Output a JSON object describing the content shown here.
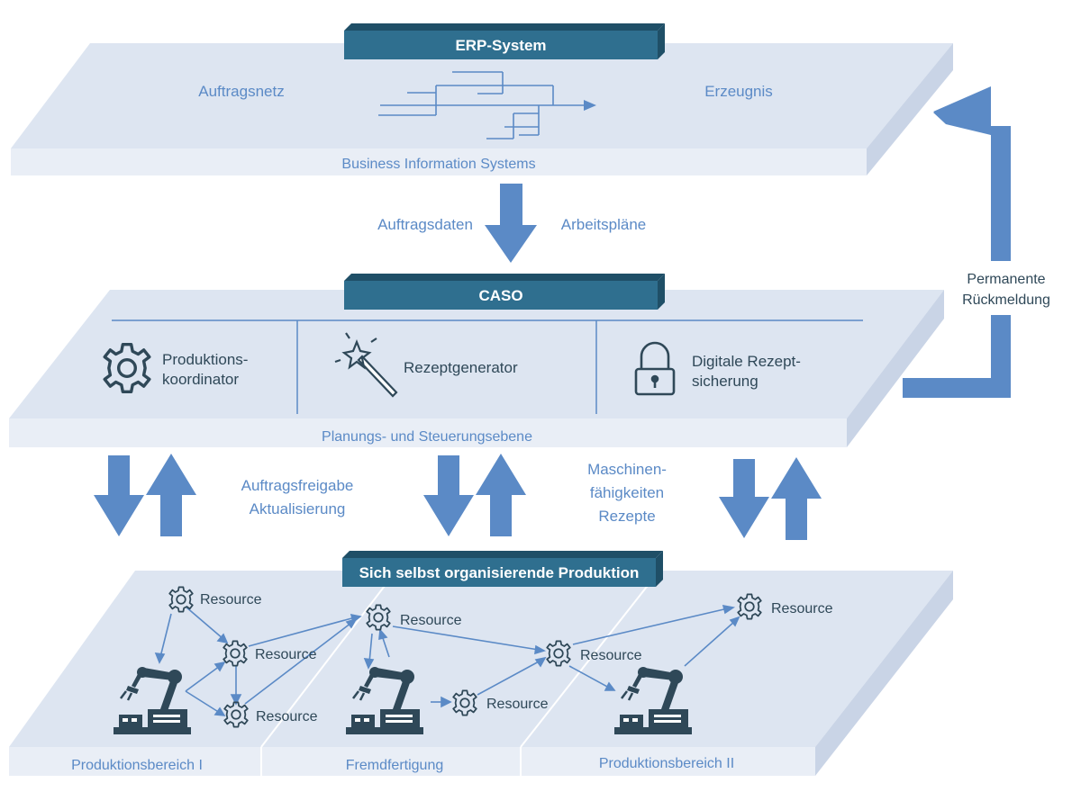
{
  "layers": {
    "top": {
      "banner": "ERP-System",
      "left_text": "Auftragsnetz",
      "right_text": "Erzeugnis",
      "caption": "Business Information Systems"
    },
    "middle": {
      "banner": "CASO",
      "caption": "Planungs- und Steuerungsebene",
      "modules": [
        {
          "line1": "Produktions-",
          "line2": "koordinator"
        },
        {
          "line1": "Rezeptgenerator",
          "line2": ""
        },
        {
          "line1": "Digitale Rezept-",
          "line2": "sicherung"
        }
      ]
    },
    "bottom": {
      "banner": "Sich selbst organisierende Produktion",
      "areas": [
        "Produktionsbereich I",
        "Fremdfertigung",
        "Produktionsbereich II"
      ],
      "resource_label": "Resource"
    }
  },
  "flows": {
    "top_left": "Auftragsdaten",
    "top_right": "Arbeitspläne",
    "left_line1": "Auftragsfreigabe",
    "left_line2": "Aktualisierung",
    "right_line1": "Maschinen-",
    "right_line2": "fähigkeiten",
    "right_line3": "Rezepte",
    "feedback_line1": "Permanente",
    "feedback_line2": "Rückmeldung"
  },
  "colors": {
    "plane_top": "#dde5f1",
    "plane_front": "#e9eef6",
    "plane_side": "#c9d4e6",
    "banner": "#2f6f8f",
    "banner_dark": "#1f4f67",
    "arrow": "#5b8ac6",
    "text_blue": "#5b8ac6",
    "icon": "#2f4858"
  }
}
